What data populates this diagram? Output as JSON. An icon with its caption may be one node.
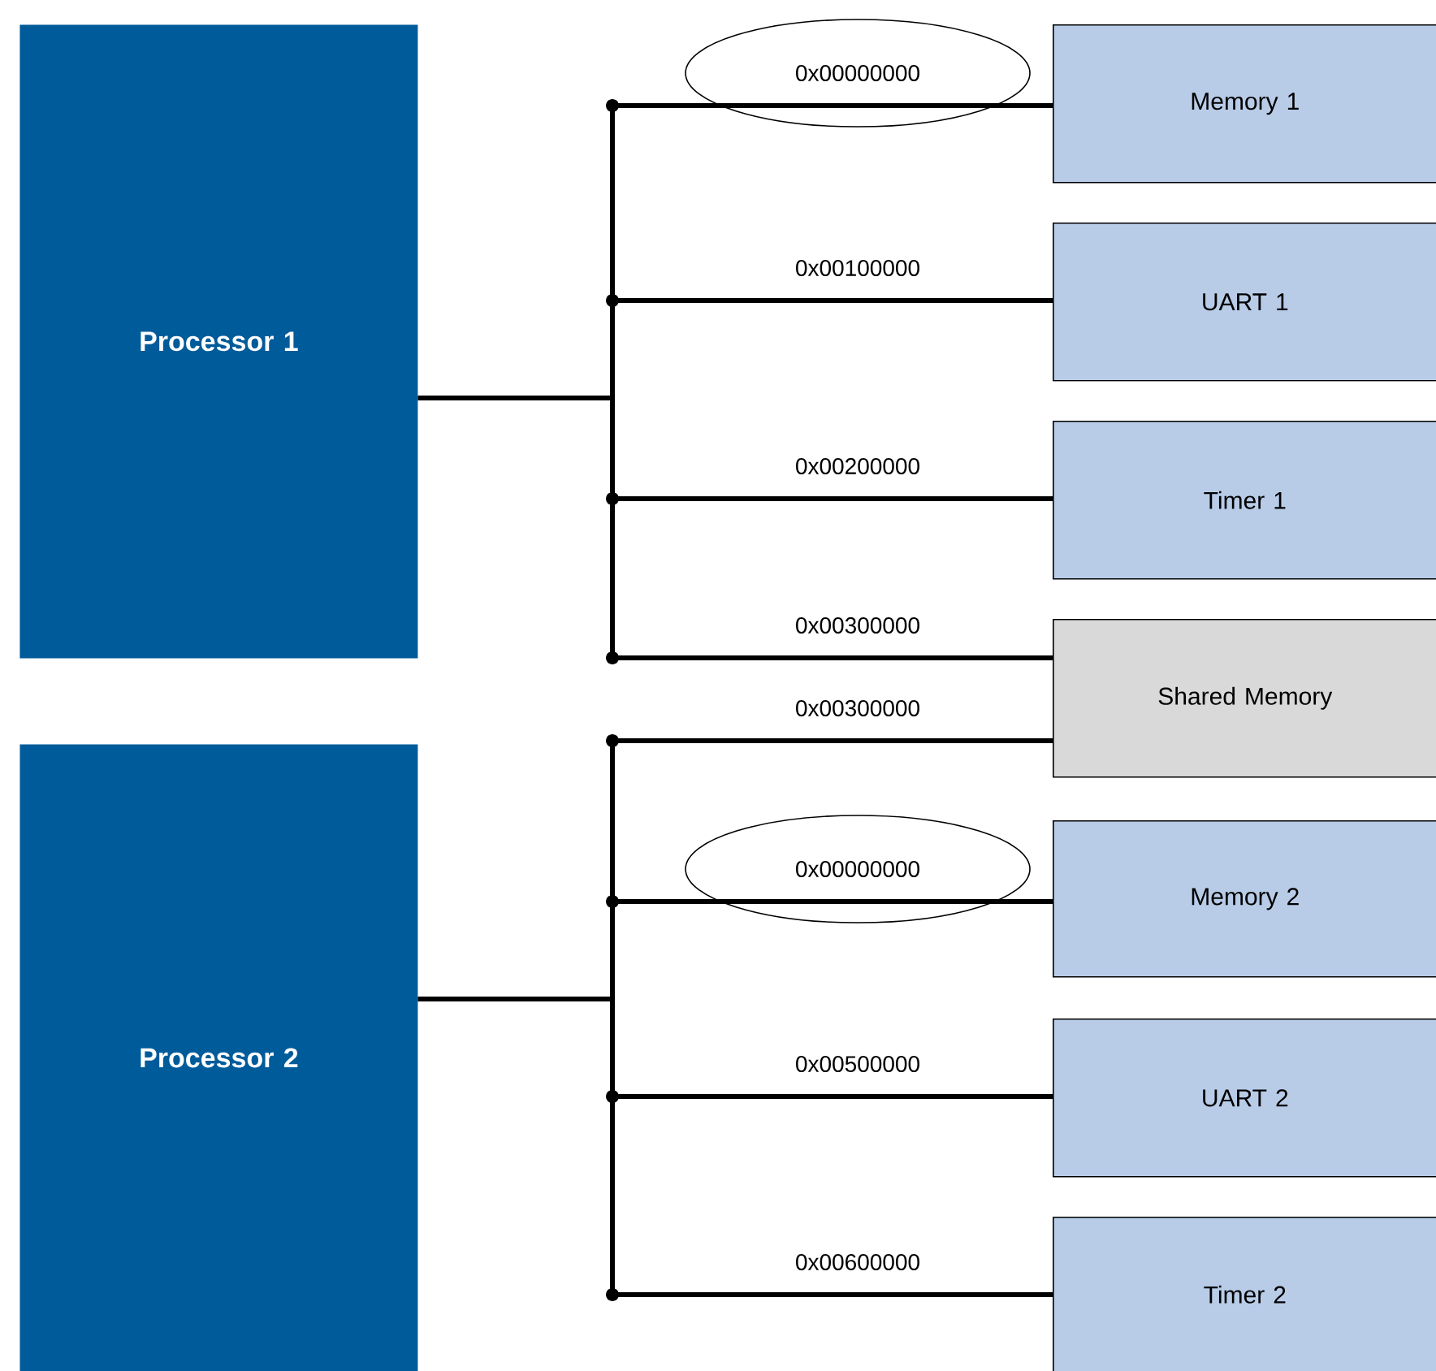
{
  "diagram": {
    "nodes": [
      {
        "text": [
          "Processor 1"
        ]
      },
      {
        "text": [
          "Memory 1"
        ]
      },
      {
        "text": [
          "UART 1"
        ]
      },
      {
        "text": [
          "Timer 1"
        ]
      },
      {
        "text": [
          "Shared Memory"
        ]
      },
      {
        "text": [
          "Processor 2"
        ]
      },
      {
        "text": [
          "Memory 2"
        ]
      },
      {
        "text": [
          "UART 2"
        ]
      },
      {
        "text": [
          "Timer 2"
        ]
      }
    ],
    "edges": [
      {
        "from": 0,
        "to": 1,
        "arrow": "none",
        "label": "0x00000000"
      },
      {
        "from": 0,
        "to": 2,
        "arrow": "none",
        "label": "0x00100000"
      },
      {
        "from": 0,
        "to": 3,
        "arrow": "none",
        "label": "0x00200000"
      },
      {
        "from": 0,
        "to": 4,
        "arrow": "none",
        "label": "0x00300000"
      },
      {
        "from": 5,
        "to": 4,
        "arrow": "none",
        "label": "0x00300000"
      },
      {
        "from": 5,
        "to": 6,
        "arrow": "none",
        "label": "0x00000000"
      },
      {
        "from": 5,
        "to": 7,
        "arrow": "none",
        "label": "0x00500000"
      },
      {
        "from": 5,
        "to": 8,
        "arrow": "none",
        "label": "0x00600000"
      }
    ]
  }
}
